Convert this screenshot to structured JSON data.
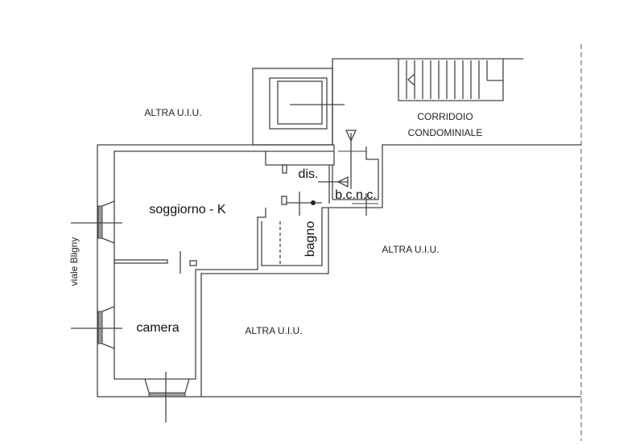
{
  "labels": {
    "altra_uiu_top_left": "ALTRA U.I.U.",
    "corridoio_line1": "CORRIDOIO",
    "corridoio_line2": "CONDOMINIALE",
    "dis": "dis.",
    "bcnc": "b.c.n.c.",
    "soggiorno": "soggiorno - K",
    "bagno": "bagno",
    "altra_uiu_right": "ALTRA U.I.U.",
    "camera": "camera",
    "altra_uiu_bottom": "ALTRA U.I.U.",
    "street": "viale Bligny"
  }
}
